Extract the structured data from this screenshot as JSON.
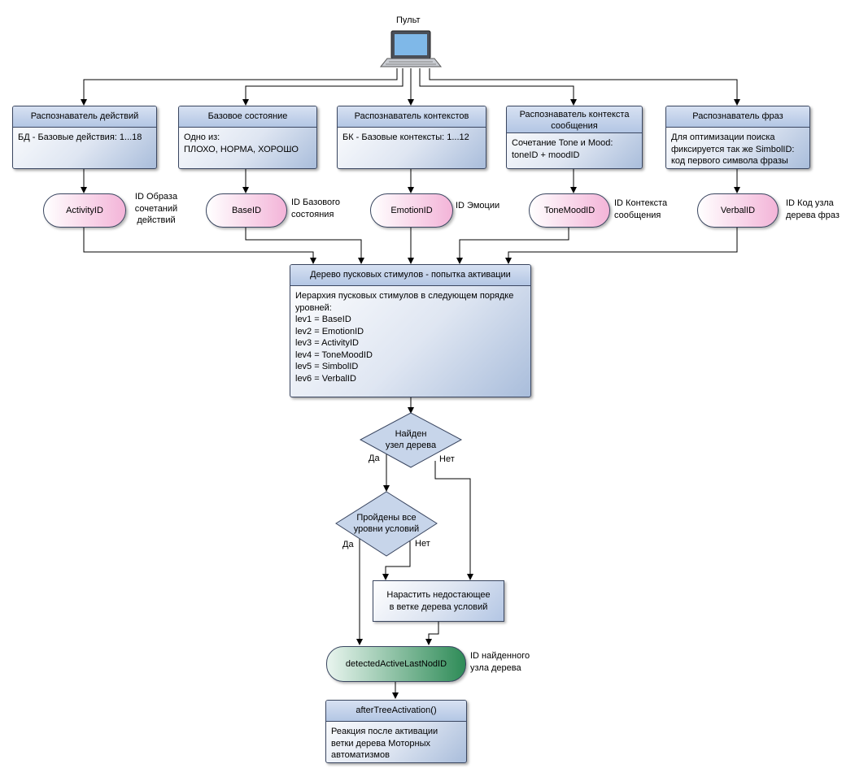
{
  "remote": {
    "label": "Пульт"
  },
  "recognizers": [
    {
      "title": "Распознаватель действий",
      "body": "БД - Базовые действия: 1...18"
    },
    {
      "title": "Базовое состояние",
      "body": "Одно из:\nПЛОХО, НОРМА, ХОРОШО"
    },
    {
      "title": "Распознаватель контекстов",
      "body": "БК - Базовые контексты: 1...12"
    },
    {
      "title": "Распознаватель контекста сообщения",
      "body": "Сочетание Tone и Mood:\ntoneID + moodID"
    },
    {
      "title": "Распознаватель фраз",
      "body": "Для оптимизации поиска фиксируется так же SimbolID: код первого символа фразы"
    }
  ],
  "ids": [
    {
      "name": "ActivityID",
      "note": "ID Образа\nсочетаний\nдействий"
    },
    {
      "name": "BaseID",
      "note": "ID Базового\nсостояния"
    },
    {
      "name": "EmotionID",
      "note": "ID Эмоции"
    },
    {
      "name": "ToneMoodID",
      "note": "ID Контекста\nсообщения"
    },
    {
      "name": "VerbalID",
      "note": "ID Код узла\nдерева фраз"
    }
  ],
  "tree": {
    "title": "Дерево пусковых стимулов - попытка активации",
    "body": "Иерархия пусковых стимулов в следующем порядке уровней:\nlev1 = BaseID\nlev2 = EmotionID\nlev3 = ActivityID\nlev4 = ToneMoodID\nlev5 = SimbolID\nlev6 = VerbalID"
  },
  "decision1": {
    "text": "Найден\nузел дерева",
    "yes": "Да",
    "no": "Нет"
  },
  "decision2": {
    "text": "Пройдены все\nуровни условий",
    "yes": "Да",
    "no": "Нет"
  },
  "grow": {
    "text": "Нарастить недостающее\nв ветке дерева условий"
  },
  "detected": {
    "name": "detectedActiveLastNodID",
    "note": "ID найденного\nузла дерева"
  },
  "after": {
    "title": "afterTreeActivation()",
    "body": "Реакция после активации ветки дерева Моторных автоматизмов"
  },
  "colors": {
    "line": "#000000",
    "card_header": "#b3c6e4",
    "pill_pink": "#f3b4d8",
    "pill_green": "#2e8b57"
  }
}
